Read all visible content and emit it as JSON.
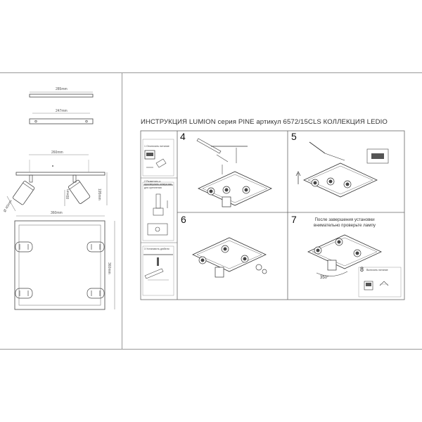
{
  "left_drawing": {
    "dims": {
      "top_bar": "285mm",
      "bracket": "247mm",
      "spot_spacing": "260mm",
      "height": "195mm",
      "spot_diameter": "Ø 40mm",
      "spot_length": "80mm",
      "width": "360mm",
      "depth": "360mm"
    }
  },
  "instruction": {
    "title": "ИНСТРУКЦИЯ LUMION серия PINE артикул 6572/15CLS КОЛЛЕКЦИЯ LEDIO",
    "side_steps": [
      {
        "label": "1 Отключить питание"
      },
      {
        "label": "2 Разметить и просверлить отверстия для крепления"
      },
      {
        "label": "3 Установить дюбели"
      }
    ],
    "steps": [
      {
        "number": "4"
      },
      {
        "number": "5"
      },
      {
        "number": "6"
      },
      {
        "number": "7"
      }
    ],
    "step7_note": "После завершения установки внимательно проверьте лампу",
    "step7_angle": "350°",
    "step8": {
      "number": "8",
      "label": "Включить питание"
    }
  }
}
